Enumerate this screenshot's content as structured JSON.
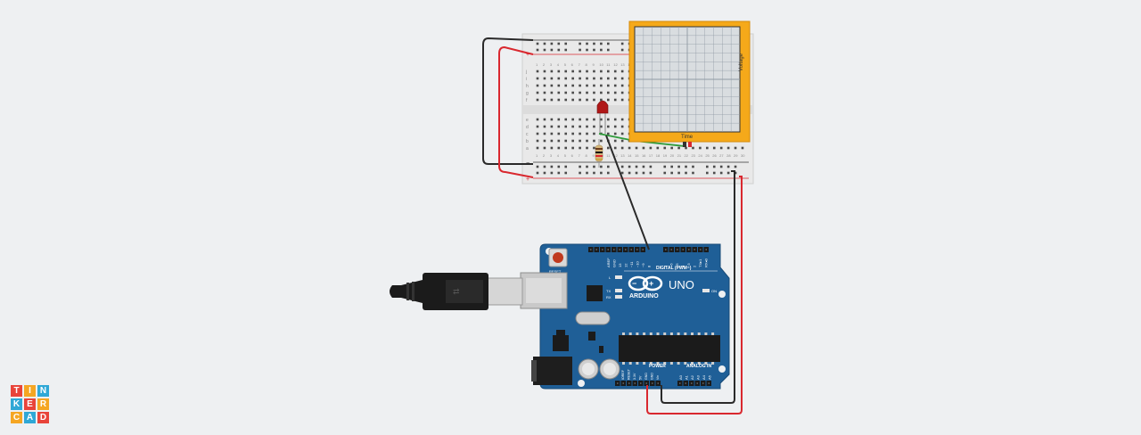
{
  "logo": {
    "letters": [
      "T",
      "I",
      "N",
      "K",
      "E",
      "R",
      "C",
      "A",
      "D"
    ],
    "colors": [
      "#e8443a",
      "#f5a623",
      "#2fa8d6",
      "#2fa8d6",
      "#e8443a",
      "#f5a623",
      "#f5a623",
      "#2fa8d6",
      "#e8443a"
    ]
  },
  "plotter": {
    "x_label": "Time",
    "y_label": "Voltage"
  },
  "board": {
    "brand": "ARDUINO",
    "model": "UNO",
    "digital_label": "DIGITAL (PWM~)",
    "power_label": "POWER",
    "analog_label": "ANALOG IN",
    "on_label": "ON",
    "led_l": "L",
    "led_tx": "TX",
    "led_rx": "RX",
    "aref": "AREF",
    "gnd": "GND",
    "reset": "RESET",
    "ioref": "IOREF",
    "v33": "3.3V",
    "v5": "5V",
    "vin": "Vin",
    "pin_13": "13",
    "pin_12": "12",
    "pin_11": "~11",
    "pin_10": "~10",
    "pin_9": "~9",
    "pin_8": "8",
    "pin_7": "7",
    "pin_6": "~6",
    "pin_5": "~5",
    "pin_4": "4",
    "pin_3": "~3",
    "pin_2": "2",
    "pin_tx": "TX▸1",
    "pin_rx": "RX◂0",
    "analog_pins": [
      "A0",
      "A1",
      "A2",
      "A3",
      "A4",
      "A5"
    ]
  },
  "breadboard": {
    "row_letters_top": [
      "j",
      "i",
      "h",
      "g",
      "f"
    ],
    "row_letters_bottom": [
      "e",
      "d",
      "c",
      "b",
      "a"
    ],
    "col_numbers": [
      "1",
      "2",
      "3",
      "4",
      "5",
      "6",
      "7",
      "8",
      "9",
      "10",
      "11",
      "12",
      "13",
      "14",
      "15",
      "16",
      "17",
      "18",
      "19",
      "20",
      "21",
      "22",
      "23",
      "24",
      "25",
      "26",
      "27",
      "28",
      "29",
      "30"
    ],
    "rail_plus": "+",
    "rail_minus": "−"
  },
  "colors": {
    "board_blue": "#1f5f97",
    "wire_red": "#d9282f",
    "wire_black": "#2a2a2a",
    "wire_green": "#2e9b3a",
    "plotter_frame": "#f5a91a",
    "led_red": "#b01818"
  }
}
